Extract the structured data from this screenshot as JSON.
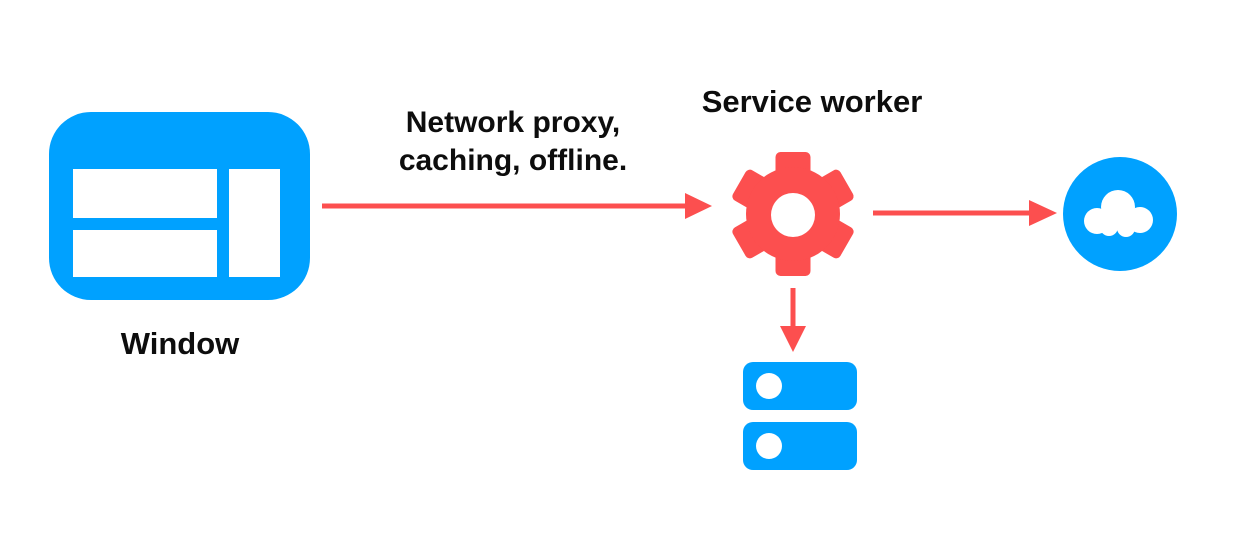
{
  "diagram": {
    "description": "Service worker architecture diagram",
    "colors": {
      "blue": "#00A1FF",
      "red": "#FC4F4F",
      "text": "#0D0D0D",
      "bg": "#FFFFFF"
    },
    "nodes": {
      "window": {
        "label": "Window",
        "icon": "browser-window-icon"
      },
      "service_worker": {
        "label": "Service worker",
        "icon": "gear-icon"
      },
      "network": {
        "label": "",
        "icon": "cloud-icon"
      },
      "storage": {
        "label": "",
        "icon": "storage-disks-icon"
      }
    },
    "edges": [
      {
        "from": "window",
        "to": "service_worker",
        "label_line1": "Network proxy,",
        "label_line2": "caching, offline."
      },
      {
        "from": "service_worker",
        "to": "network",
        "label_line1": "",
        "label_line2": ""
      },
      {
        "from": "service_worker",
        "to": "storage",
        "label_line1": "",
        "label_line2": ""
      }
    ]
  }
}
